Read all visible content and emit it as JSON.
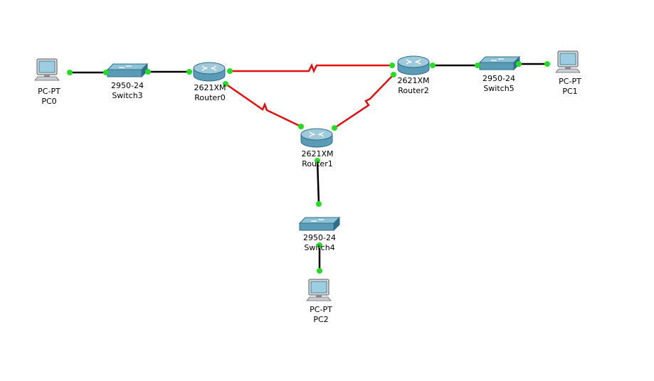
{
  "colors": {
    "ethernet_link": "#000000",
    "serial_link": "#e01010",
    "link_up_dot": "#22dd22",
    "device_body": "#5b9bb5",
    "device_dark": "#2f6f8a",
    "pc_screen": "#9ccde0"
  },
  "devices": [
    {
      "id": "pc0",
      "model": "PC-PT",
      "name": "PC0",
      "icon": "pc-icon"
    },
    {
      "id": "switch3",
      "model": "2950-24",
      "name": "Switch3",
      "icon": "switch-icon"
    },
    {
      "id": "router0",
      "model": "2621XM",
      "name": "Router0",
      "icon": "router-icon"
    },
    {
      "id": "router1",
      "model": "2621XM",
      "name": "Router1",
      "icon": "router-icon"
    },
    {
      "id": "router2",
      "model": "2621XM",
      "name": "Router2",
      "icon": "router-icon"
    },
    {
      "id": "switch5",
      "model": "2950-24",
      "name": "Switch5",
      "icon": "switch-icon"
    },
    {
      "id": "pc1",
      "model": "PC-PT",
      "name": "PC1",
      "icon": "pc-icon"
    },
    {
      "id": "switch4",
      "model": "2950-24",
      "name": "Switch4",
      "icon": "switch-icon"
    },
    {
      "id": "pc2",
      "model": "PC-PT",
      "name": "PC2",
      "icon": "pc-icon"
    }
  ],
  "links": [
    {
      "from": "pc0",
      "to": "switch3",
      "type": "ethernet"
    },
    {
      "from": "switch3",
      "to": "router0",
      "type": "ethernet"
    },
    {
      "from": "router0",
      "to": "router2",
      "type": "serial"
    },
    {
      "from": "router0",
      "to": "router1",
      "type": "serial"
    },
    {
      "from": "router1",
      "to": "router2",
      "type": "serial"
    },
    {
      "from": "router2",
      "to": "switch5",
      "type": "ethernet"
    },
    {
      "from": "switch5",
      "to": "pc1",
      "type": "ethernet"
    },
    {
      "from": "router1",
      "to": "switch4",
      "type": "ethernet"
    },
    {
      "from": "switch4",
      "to": "pc2",
      "type": "ethernet"
    }
  ]
}
